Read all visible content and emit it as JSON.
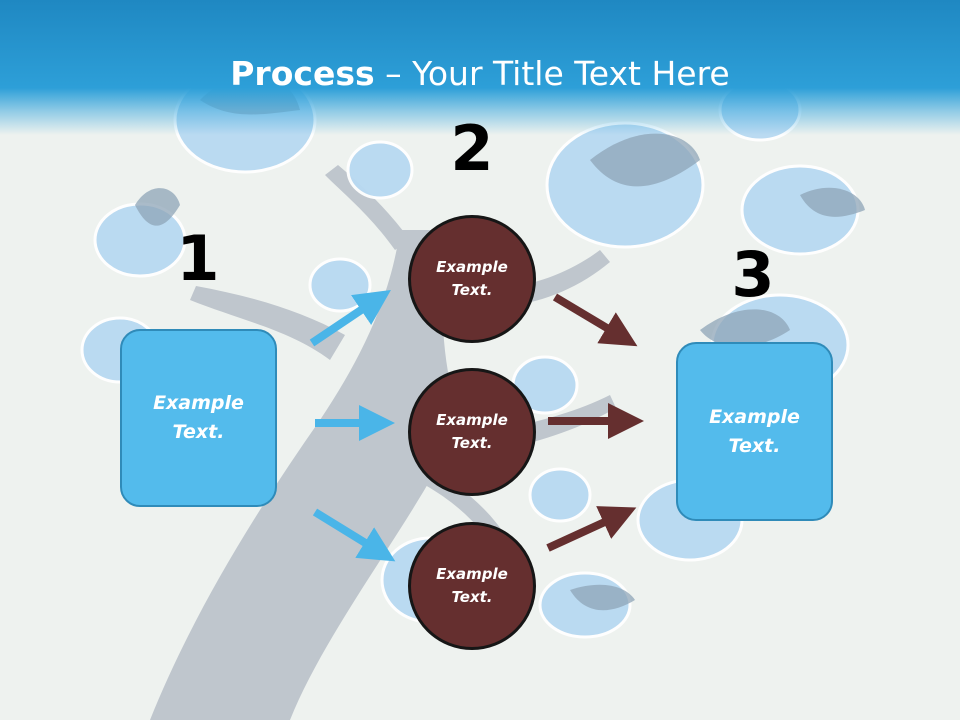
{
  "slide": {
    "title_bold": "Process",
    "title_rest": " – Your Title Text Here"
  },
  "steps": [
    {
      "number": "1",
      "text": "Example Text."
    },
    {
      "number": "2",
      "items": [
        "Example Text.",
        "Example Text.",
        "Example Text."
      ]
    },
    {
      "number": "3",
      "text": "Example Text."
    }
  ],
  "colors": {
    "header": "#2d9fd8",
    "box_fill": "#53bbec",
    "circle_fill": "#652f2f",
    "arrow_blue": "#4ab5e8",
    "arrow_brown": "#652f2f"
  }
}
